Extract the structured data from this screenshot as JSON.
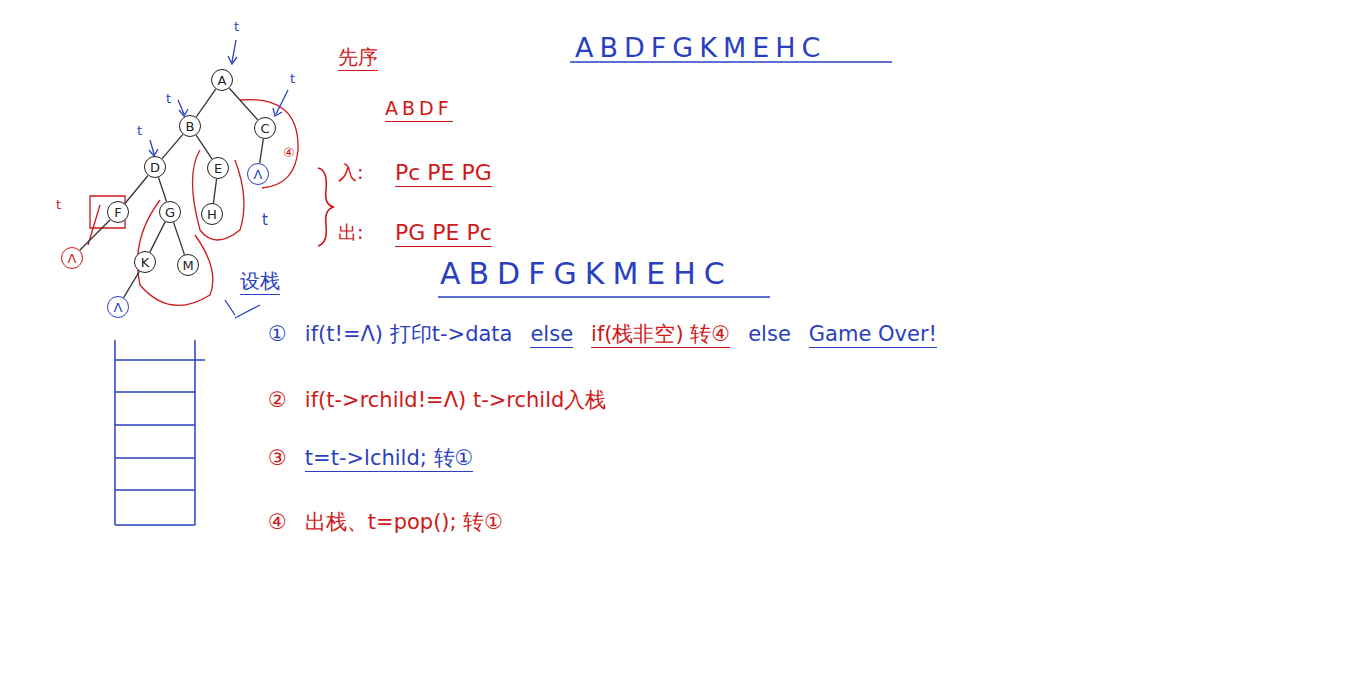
{
  "diagram": {
    "nodes": [
      {
        "text": [
          "A"
        ]
      },
      {
        "text": [
          "B"
        ]
      },
      {
        "text": [
          "C"
        ]
      },
      {
        "text": [
          "D"
        ]
      },
      {
        "text": [
          "E"
        ]
      },
      {
        "text": [
          "Λ"
        ]
      },
      {
        "text": [
          "F"
        ]
      },
      {
        "text": [
          "G"
        ]
      },
      {
        "text": [
          "H"
        ]
      },
      {
        "text": [
          "Λ"
        ]
      },
      {
        "text": [
          "K"
        ]
      },
      {
        "text": [
          "M"
        ]
      },
      {
        "text": [
          "Λ"
        ]
      }
    ],
    "edges": [
      {
        "from": 0,
        "to": 1,
        "arrow": "none"
      },
      {
        "from": 0,
        "to": 2,
        "arrow": "none"
      },
      {
        "from": 1,
        "to": 3,
        "arrow": "none"
      },
      {
        "from": 1,
        "to": 4,
        "arrow": "none"
      },
      {
        "from": 2,
        "to": 5,
        "arrow": "none"
      },
      {
        "from": 3,
        "to": 6,
        "arrow": "none"
      },
      {
        "from": 3,
        "to": 7,
        "arrow": "none"
      },
      {
        "from": 4,
        "to": 8,
        "arrow": "none"
      },
      {
        "from": 6,
        "to": 9,
        "arrow": "none"
      },
      {
        "from": 7,
        "to": 10,
        "arrow": "none"
      },
      {
        "from": 7,
        "to": 11,
        "arrow": "none"
      },
      {
        "from": 10,
        "to": 12,
        "arrow": "none"
      }
    ],
    "labels": [
      "先序",
      "ABDFGKMEHC",
      "ABDF",
      "入:",
      "Pc PE PG",
      "出:",
      "PG PE Pc",
      "设栈",
      "ABDFGKMEHC",
      "①",
      "if(t!=Λ) 打印t->data",
      "else",
      "if(栈非空) 转④",
      "else",
      "Game Over!",
      "②",
      "if(t->rchild!=Λ) t->rchild入栈",
      "③",
      "t=t->lchild; 转①",
      "④",
      "出栈、t=pop(); 转①",
      "④",
      "t",
      "t",
      "t",
      "t",
      "t",
      "t"
    ]
  }
}
